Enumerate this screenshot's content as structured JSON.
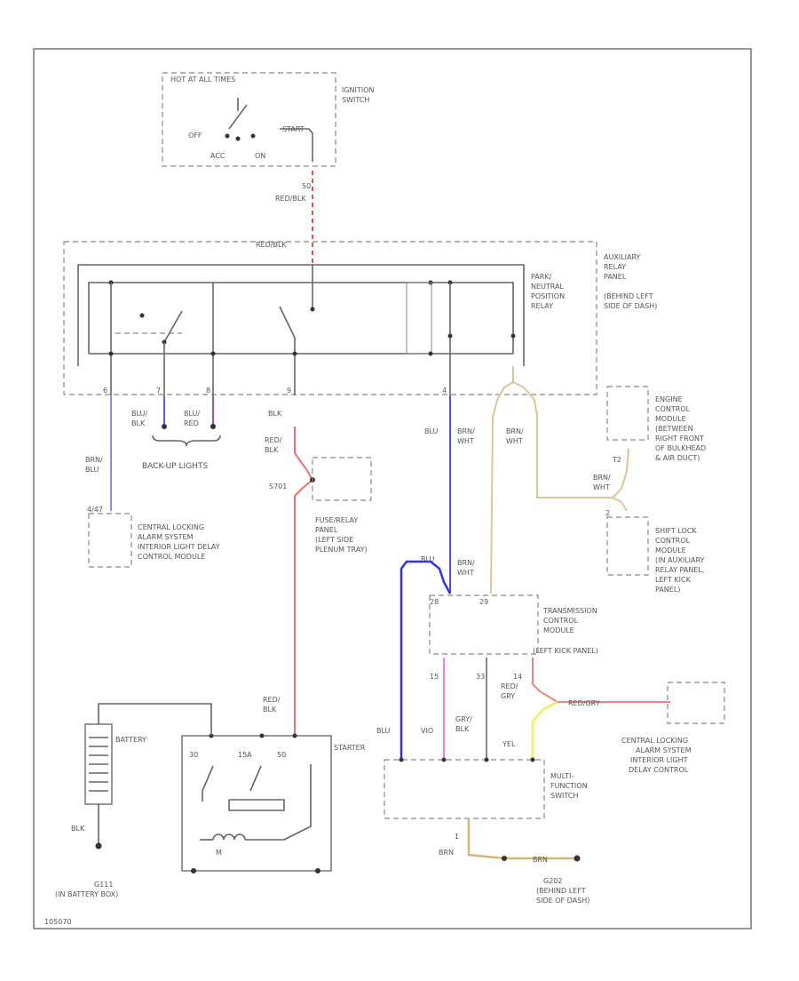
{
  "diagram": {
    "figure_id": "105070",
    "ignition_switch": {
      "header": "HOT AT ALL TIMES",
      "title": [
        "IGNITION",
        "SWITCH"
      ],
      "positions": [
        "OFF",
        "START",
        "ACC",
        "ON"
      ],
      "pin": "50",
      "wire": "RED/BLK"
    },
    "relay_panel": {
      "top_wire": "RED/BLK",
      "park_neutral_relay": [
        "PARK/",
        "NEUTRAL",
        "POSITION",
        "RELAY"
      ],
      "panel_title": [
        "AUXILIARY",
        "RELAY",
        "PANEL",
        "(BEHIND LEFT",
        "SIDE OF DASH)"
      ],
      "pins": [
        "6",
        "7",
        "8",
        "9",
        "4"
      ]
    },
    "wires": {
      "brn_blu": [
        "BRN/",
        "BLU"
      ],
      "blu_blk": [
        "BLU/",
        "BLK"
      ],
      "blu_red": [
        "BLU/",
        "RED"
      ],
      "blk_1": "BLK",
      "red_blk_1": [
        "RED/",
        "BLK"
      ],
      "blu_1": "BLU",
      "brn_wht_1": [
        "BRN/",
        "WHT"
      ],
      "brn_wht_2": [
        "BRN/",
        "WHT"
      ],
      "brn_wht_3": [
        "BRN/",
        "WHT"
      ],
      "blu_2": "BLU",
      "brn_wht_4": [
        "BRN/",
        "WHT"
      ],
      "red_blk_2": [
        "RED/",
        "BLK"
      ],
      "blu_3": "BLU",
      "vio": "VIO",
      "gry_blk": [
        "GRY/",
        "BLK"
      ],
      "red_gry": [
        "RED/",
        "GRY"
      ],
      "yel": "YEL",
      "red_gry_2": "RED/GRY",
      "blk_bat": "BLK",
      "brn_1": "BRN",
      "brn_2": "BRN"
    },
    "backup_lights": "BACK-UP LIGHTS",
    "central_locking_1": [
      "CENTRAL LOCKING",
      "ALARM SYSTEM",
      "INTERIOR LIGHT DELAY",
      "CONTROL MODULE"
    ],
    "central_locking_1_pin": "4/47",
    "fuse_relay": [
      "FUSE/RELAY",
      "PANEL",
      "(LEFT SIDE",
      "PLENUM TRAY)"
    ],
    "fuse_pin": "S701",
    "engine_module": [
      "ENGINE",
      "CONTROL",
      "MODULE",
      "(BETWEEN",
      "RIGHT FRONT",
      "OF BULKHEAD",
      "& AIR DUCT)"
    ],
    "engine_pin": "T2",
    "shift_lock": [
      "SHIFT LOCK",
      "CONTROL",
      "MODULE",
      "(IN AUXILIARY",
      "RELAY PANEL,",
      "LEFT KICK",
      "PANEL)"
    ],
    "shift_pin": "2",
    "tcm": [
      "TRANSMISSION",
      "CONTROL",
      "MODULE",
      "(LEFT KICK PANEL)"
    ],
    "tcm_pins": [
      "28",
      "29",
      "15",
      "33",
      "14"
    ],
    "battery": "BATTERY",
    "starter": "STARTER",
    "starter_pins": [
      "30",
      "15A",
      "50",
      "M"
    ],
    "ground_1": [
      "G111",
      "(IN BATTERY BOX)"
    ],
    "multifunction": [
      "MULTI-",
      "FUNCTION",
      "SWITCH"
    ],
    "central_locking_2": [
      "CENTRAL LOCKING",
      "ALARM SYSTEM",
      "INTERIOR LIGHT",
      "DELAY CONTROL"
    ],
    "ground_2": [
      "G202",
      "(BEHIND LEFT",
      "SIDE OF DASH)"
    ],
    "mf_pin": "1"
  }
}
